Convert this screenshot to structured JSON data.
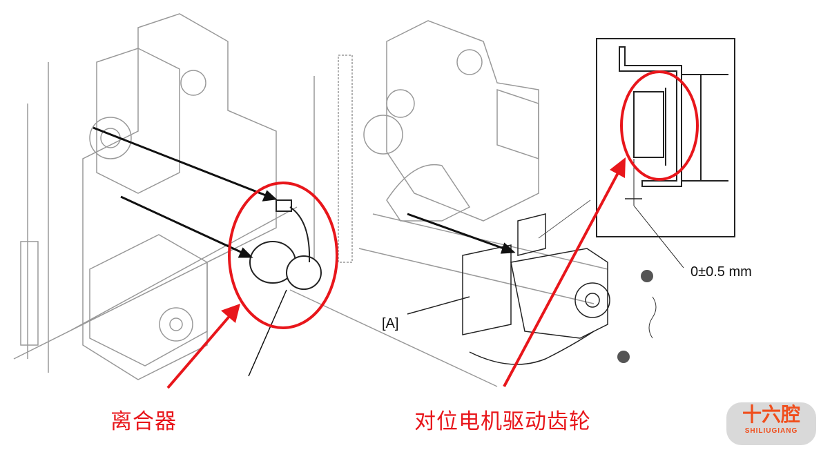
{
  "labels": {
    "clutch": "离合器",
    "registration_motor_gear": "对位电机驱动齿轮",
    "bracket_callout": "[A]",
    "tolerance": "0±0.5 mm"
  },
  "logo": {
    "title": "十六腔",
    "subtitle": "SHILIUGIANG"
  },
  "colors": {
    "highlight": "#e8161b",
    "logo": "#f04e1c"
  }
}
